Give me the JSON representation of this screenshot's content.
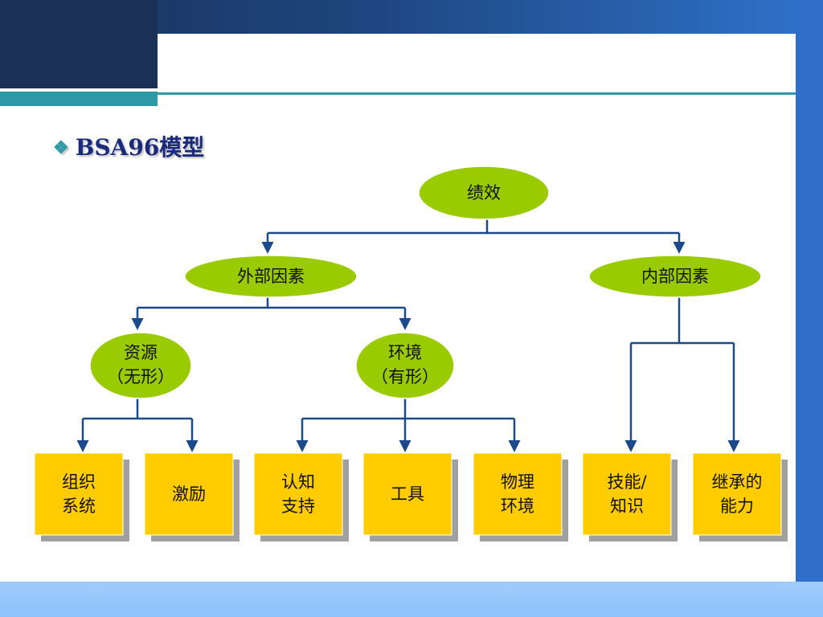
{
  "title": "BSA96模型",
  "nodes": {
    "root": "绩效",
    "external": "外部因素",
    "internal": "内部因素",
    "resources": "资源\n（无形）",
    "environment": "环境\n（有形）"
  },
  "boxes": [
    "组织\n系统",
    "激励",
    "认知\n支持",
    "工具",
    "物理\n环境",
    "技能/\n知识",
    "继承的\n能力"
  ],
  "colors": {
    "node_fill": "#9acb00",
    "box_fill": "#ffcc00",
    "connector": "#1b4a8c"
  }
}
